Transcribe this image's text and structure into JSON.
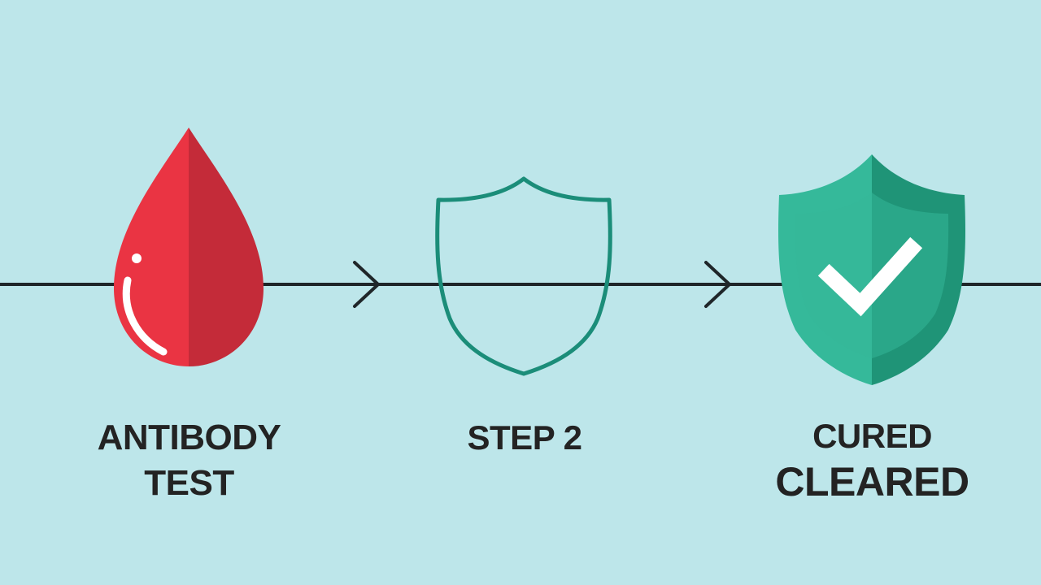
{
  "colors": {
    "background": "#bde6ea",
    "timeline": "#1f2629",
    "drop_light": "#ea3443",
    "drop_dark": "#c42b39",
    "drop_highlight": "#ffffff",
    "shield_outline": "#1b8d79",
    "shield_fill_light": "#35b99a",
    "shield_fill_dark": "#1f9477",
    "checkmark": "#ffffff",
    "label_text": "#232323"
  },
  "steps": [
    {
      "icon": "blood-drop-icon",
      "label_lines": [
        "ANTIBODY",
        "TEST"
      ]
    },
    {
      "icon": "shield-outline-icon",
      "label_lines": [
        "STEP 2"
      ]
    },
    {
      "icon": "shield-check-icon",
      "label_lines": [
        "CURED",
        "CLEARED"
      ]
    }
  ],
  "connectors": [
    {
      "icon": "chevron-right-icon"
    },
    {
      "icon": "chevron-right-icon"
    }
  ]
}
